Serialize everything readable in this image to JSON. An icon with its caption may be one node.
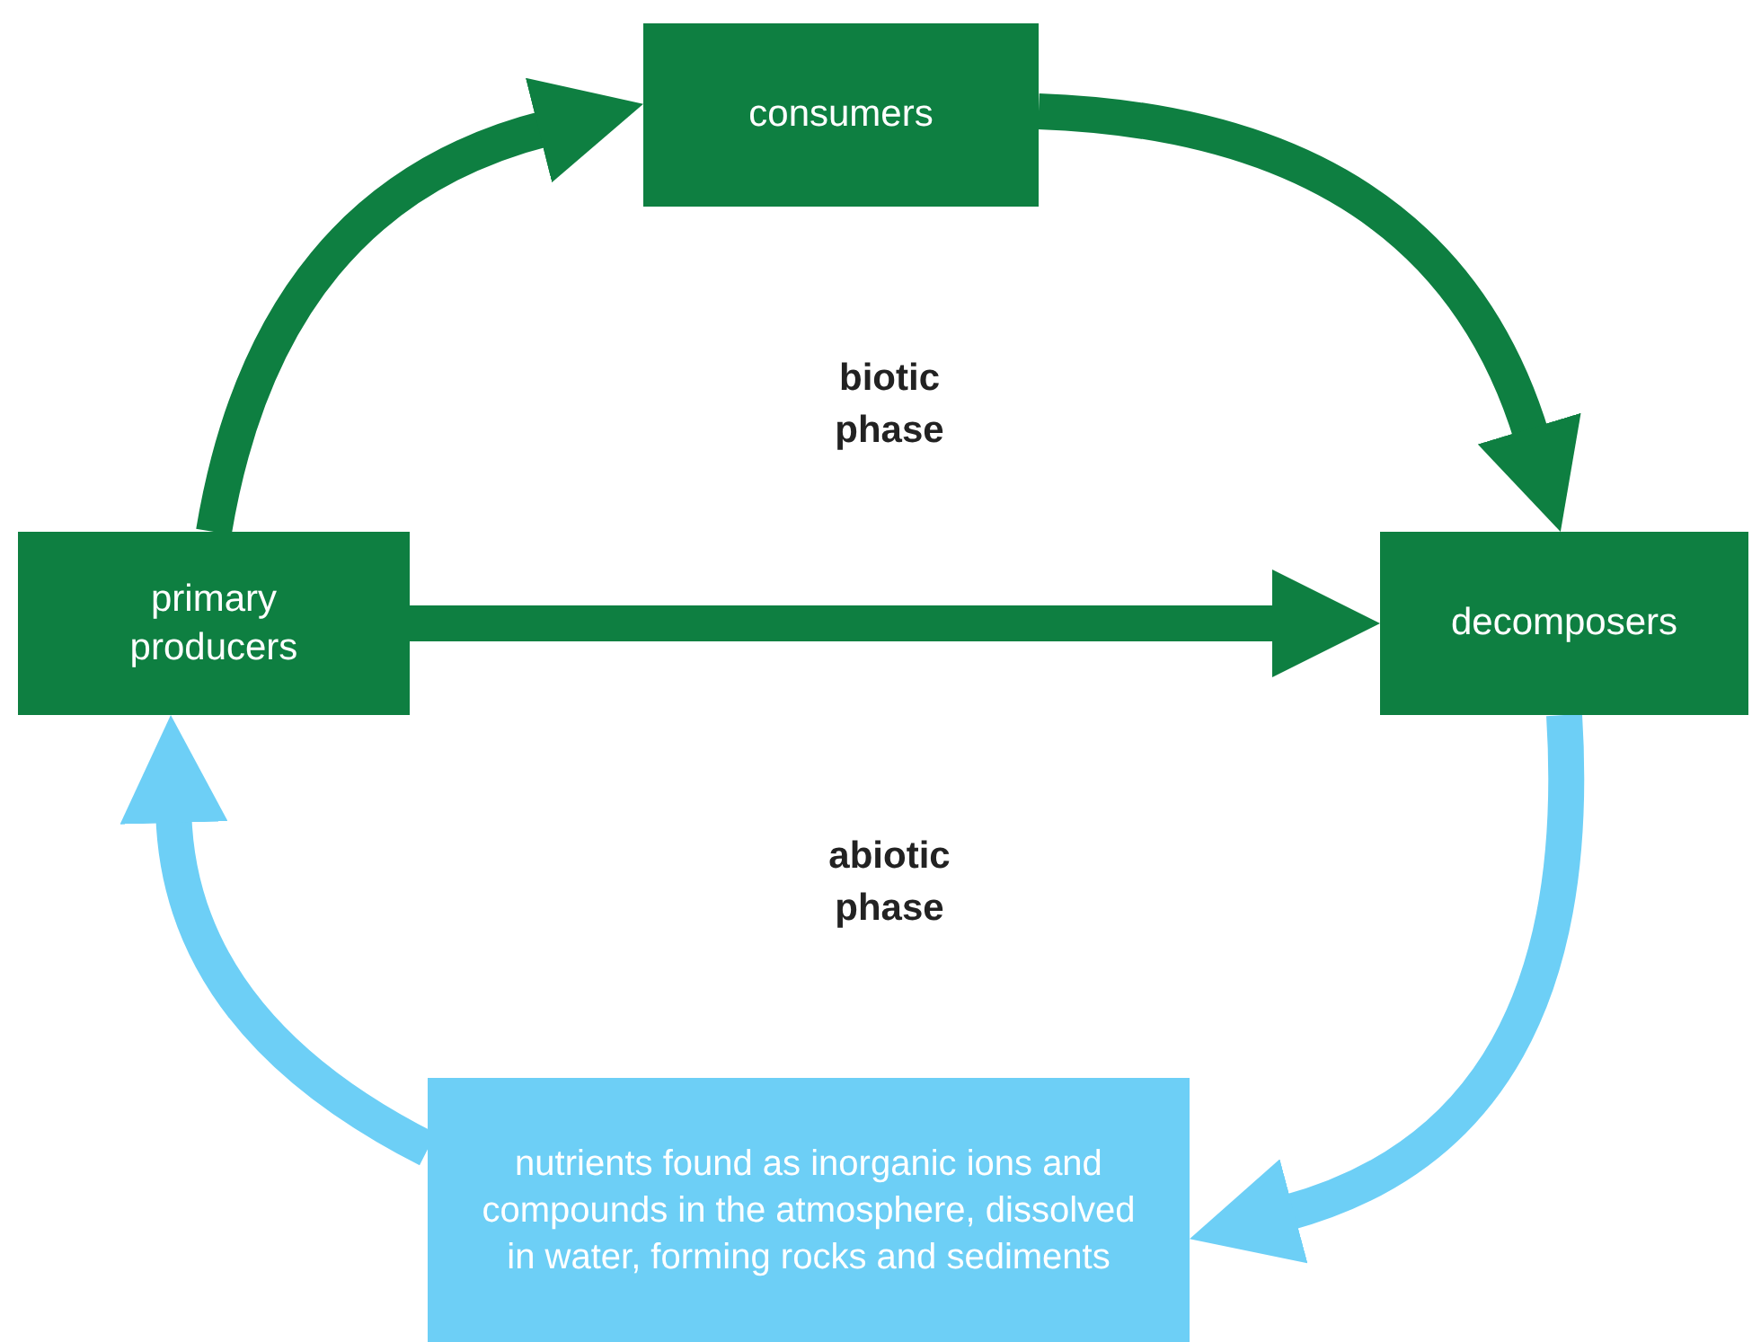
{
  "diagram": {
    "nodes": [
      {
        "text": [
          "consumers"
        ]
      },
      {
        "text": [
          "primary producers"
        ]
      },
      {
        "text": [
          "decomposers"
        ]
      },
      {
        "text": [
          "nutrients found as inorganic ions and compounds in the atmosphere, dissolved in water, forming rocks and sediments"
        ]
      }
    ],
    "edges": [
      {
        "from": 1,
        "to": 0,
        "arrow": "to"
      },
      {
        "from": 0,
        "to": 2,
        "arrow": "to"
      },
      {
        "from": 1,
        "to": 2,
        "arrow": "to"
      },
      {
        "from": 2,
        "to": 3,
        "arrow": "to",
        "color": "#6dcff6"
      },
      {
        "from": 3,
        "to": 1,
        "arrow": "to",
        "color": "#6dcff6"
      }
    ],
    "labels": [
      "biotic phase",
      "abiotic phase"
    ]
  }
}
